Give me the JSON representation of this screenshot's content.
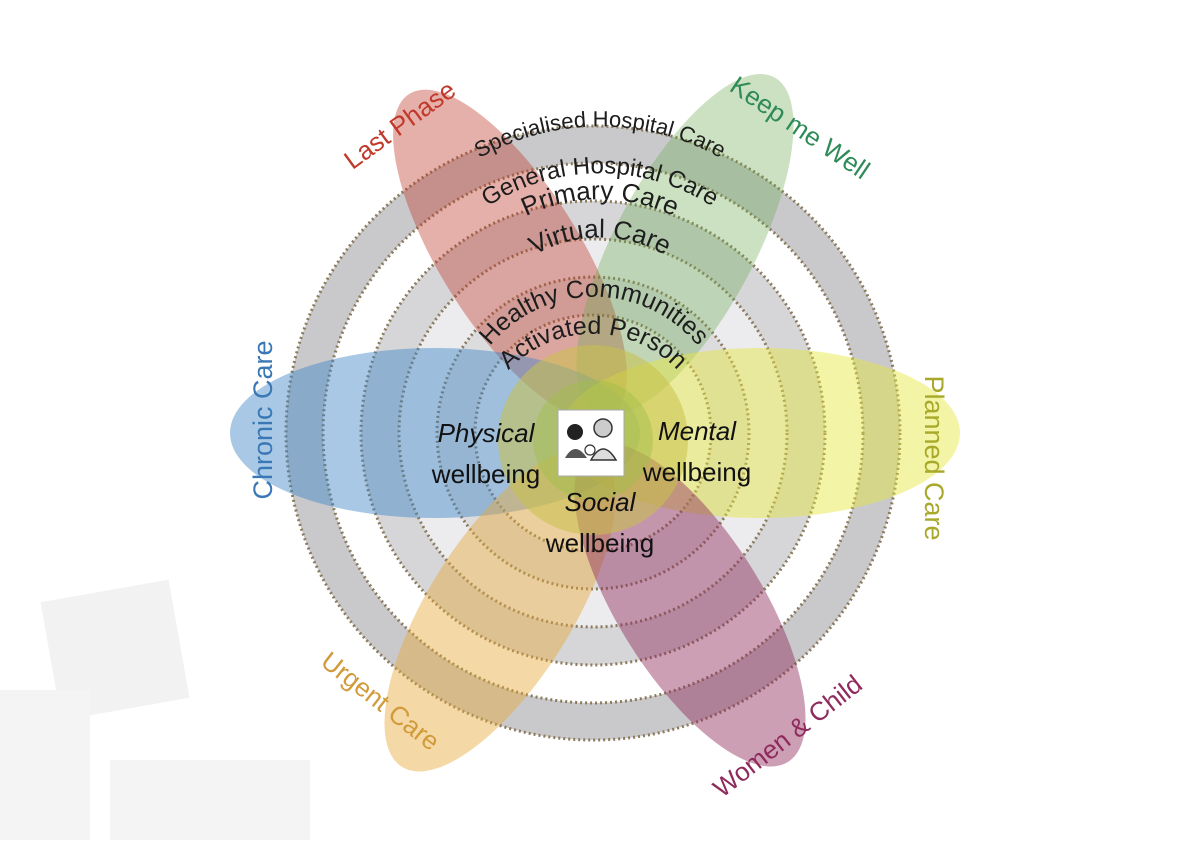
{
  "diagram": {
    "rings": [
      {
        "label": "Specialised Hospital Care"
      },
      {
        "label": "General Hospital Care"
      },
      {
        "label": "Primary Care"
      },
      {
        "label": "Virtual Care"
      },
      {
        "label": "Healthy Communities"
      },
      {
        "label": "Activated Person"
      }
    ],
    "petals": [
      {
        "key": "last_phase",
        "label": "Last Phase",
        "color": "#c0392b"
      },
      {
        "key": "keep_me_well",
        "label": "Keep me Well",
        "color": "#2e8b57"
      },
      {
        "key": "chronic_care",
        "label": "Chronic Care",
        "color": "#3a78b5"
      },
      {
        "key": "planned_care",
        "label": "Planned Care",
        "color": "#a8a82a"
      },
      {
        "key": "urgent_care",
        "label": "Urgent Care",
        "color": "#d19a3a"
      },
      {
        "key": "women_child",
        "label": "Women & Child",
        "color": "#8e2a5c"
      }
    ],
    "wellbeing": {
      "physical": {
        "emphasis": "Physical",
        "word": "wellbeing"
      },
      "mental": {
        "emphasis": "Mental",
        "word": "wellbeing"
      },
      "social": {
        "emphasis": "Social",
        "word": "wellbeing"
      }
    },
    "center_icon": "family-icon"
  }
}
